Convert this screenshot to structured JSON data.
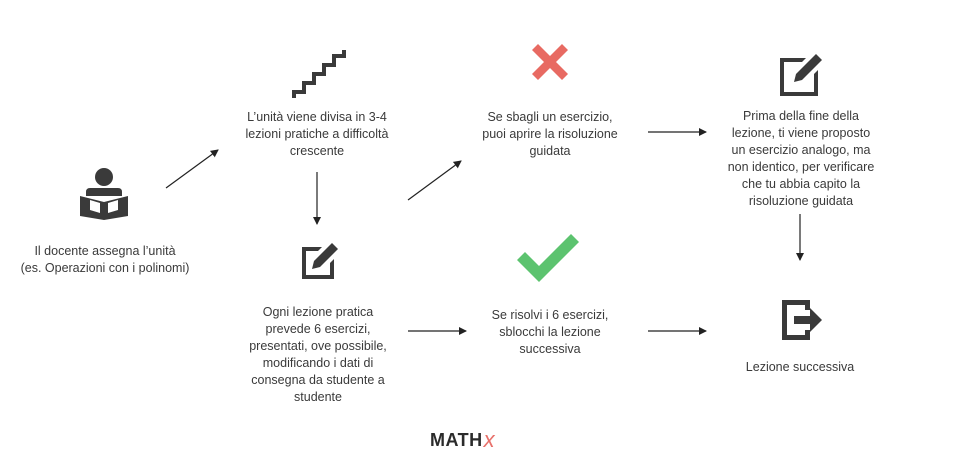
{
  "nodes": {
    "teacher": "Il docente assegna l’unità\n(es. Operazioni con i polinomi)",
    "unit_split": "L’unità viene divisa in 3-4\nlezioni pratiche a difficoltà\ncrescente",
    "lesson_exercises": "Ogni lezione pratica\nprevede 6 esercizi,\npresentati, ove possibile,\nmodificando i dati di\nconsegna da studente a\nstudente",
    "wrong_exercise": "Se sbagli un esercizio,\npuoi aprire la risoluzione\nguidata",
    "solved_exercises": "Se risolvi i 6 esercizi,\nsblocchi la lezione\nsuccessiva",
    "final_exercise": "Prima della fine della\nlezione, ti viene proposto\nun esercizio analogo, ma\nnon identico, per verificare\nche tu abbia capito la\nrisoluzione guidata",
    "next_lesson": "Lezione successiva"
  },
  "logo": {
    "text": "MATH",
    "accent": "x"
  },
  "colors": {
    "text": "#3a3a3a",
    "icon": "#3a3a3a",
    "wrong": "#e86a62",
    "correct": "#5cc36f",
    "arrow": "#222222"
  },
  "icons": {
    "teacher": "reading-person-icon",
    "unit_split": "stairs-icon",
    "lesson_exercises": "edit-icon",
    "wrong_exercise": "cross-icon",
    "solved_exercises": "checkmark-icon",
    "final_exercise": "edit-icon",
    "next_lesson": "exit-icon"
  }
}
